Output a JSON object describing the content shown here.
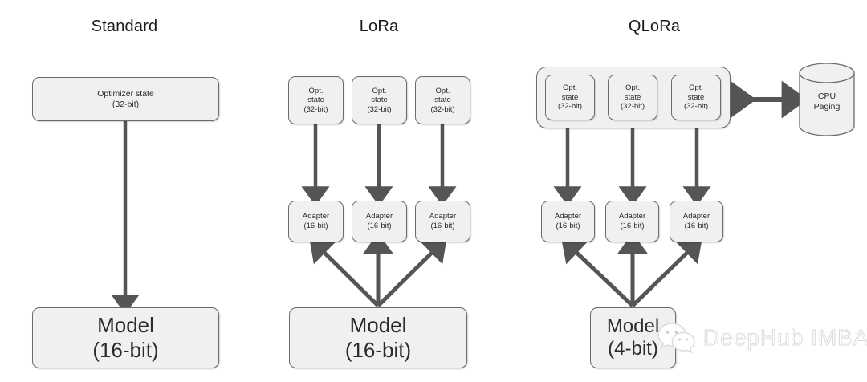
{
  "diagram": {
    "title_standard": "Standard",
    "title_lora": "LoRa",
    "title_qlora": "QLoRa",
    "colors": {
      "node_fill": "#f0f0f0",
      "node_stroke": "#6b6b6b",
      "arrow": "#555555",
      "text": "#2b2b2b",
      "background": "#ffffff",
      "watermark": "#d9d9d9"
    }
  },
  "standard": {
    "optimizer": {
      "line1": "Optimizer state",
      "line2": "(32-bit)"
    },
    "model": {
      "line1": "Model",
      "line2": "(16-bit)"
    }
  },
  "lora": {
    "opt_states": [
      {
        "line1": "Opt.",
        "line2": "state",
        "line3": "(32-bit)"
      },
      {
        "line1": "Opt.",
        "line2": "state",
        "line3": "(32-bit)"
      },
      {
        "line1": "Opt.",
        "line2": "state",
        "line3": "(32-bit)"
      }
    ],
    "adapters": [
      {
        "line1": "Adapter",
        "line2": "(16-bit)"
      },
      {
        "line1": "Adapter",
        "line2": "(16-bit)"
      },
      {
        "line1": "Adapter",
        "line2": "(16-bit)"
      }
    ],
    "model": {
      "line1": "Model",
      "line2": "(16-bit)"
    }
  },
  "qlora": {
    "opt_states": [
      {
        "line1": "Opt.",
        "line2": "state",
        "line3": "(32-bit)"
      },
      {
        "line1": "Opt.",
        "line2": "state",
        "line3": "(32-bit)"
      },
      {
        "line1": "Opt.",
        "line2": "state",
        "line3": "(32-bit)"
      }
    ],
    "adapters": [
      {
        "line1": "Adapter",
        "line2": "(16-bit)"
      },
      {
        "line1": "Adapter",
        "line2": "(16-bit)"
      },
      {
        "line1": "Adapter",
        "line2": "(16-bit)"
      }
    ],
    "model": {
      "line1": "Model",
      "line2": "(4-bit)"
    },
    "cpu_paging": {
      "line1": "CPU",
      "line2": "Paging"
    }
  },
  "watermark": {
    "text": "DeepHub IMBA",
    "icon": "wechat-icon"
  }
}
